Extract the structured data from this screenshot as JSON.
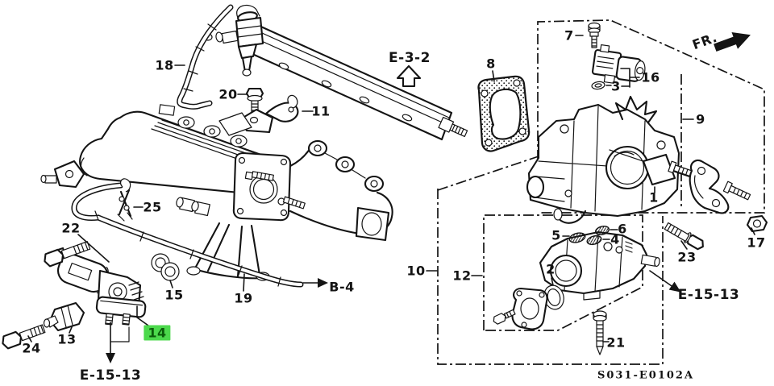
{
  "diagram": {
    "code": "S031-E0102A",
    "background": "#ffffff",
    "line_color": "#141414",
    "highlight": {
      "bg": "#4cd94c",
      "fg": "#0a5c0a"
    }
  },
  "part_labels": {
    "n1": "1",
    "n2": "2",
    "n3": "3",
    "n4": "4",
    "n5": "5",
    "n6": "6",
    "n7": "7",
    "n8": "8",
    "n9": "9",
    "n10": "10",
    "n11": "11",
    "n12": "12",
    "n13": "13",
    "n14": "14",
    "n15": "15",
    "n16": "16",
    "n17": "17",
    "n18": "18",
    "n19": "19",
    "n20": "20",
    "n21": "21",
    "n22": "22",
    "n23": "23",
    "n24": "24",
    "n25": "25"
  },
  "references": {
    "e32": "E-3-2",
    "e1513_left": "E-15-13",
    "e1513_right": "E-15-13",
    "b4": "B-4",
    "fr": "FR."
  }
}
